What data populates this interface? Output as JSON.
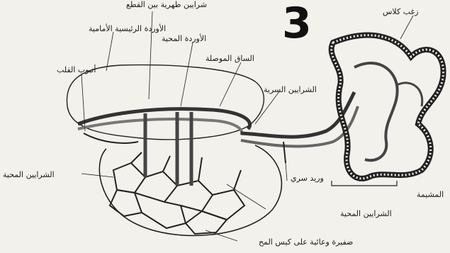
{
  "figure_number": "3",
  "labels": {
    "dorsal_vessel": "شرايين ظهرية بين القطع",
    "anterior_cardinal": "الأوردة الرئيسية الأمامية",
    "vitelline_veins": "الأوردة المحية",
    "umbilical_cord": "الساق الموصلة",
    "heart_tube": "أنبوب القلب",
    "umbilical_arteries": "الشرايين السرية",
    "villi": "زغب كلاس",
    "vitelline_arteries": "الشرايين المحية",
    "umbilical_vein": "وريد سري",
    "placenta": "المشيمة",
    "vitelline_arteries_lower": "الشرايين المحية",
    "yolk_sac_plexus": "ضفيرة وعائية على كيس المح"
  }
}
